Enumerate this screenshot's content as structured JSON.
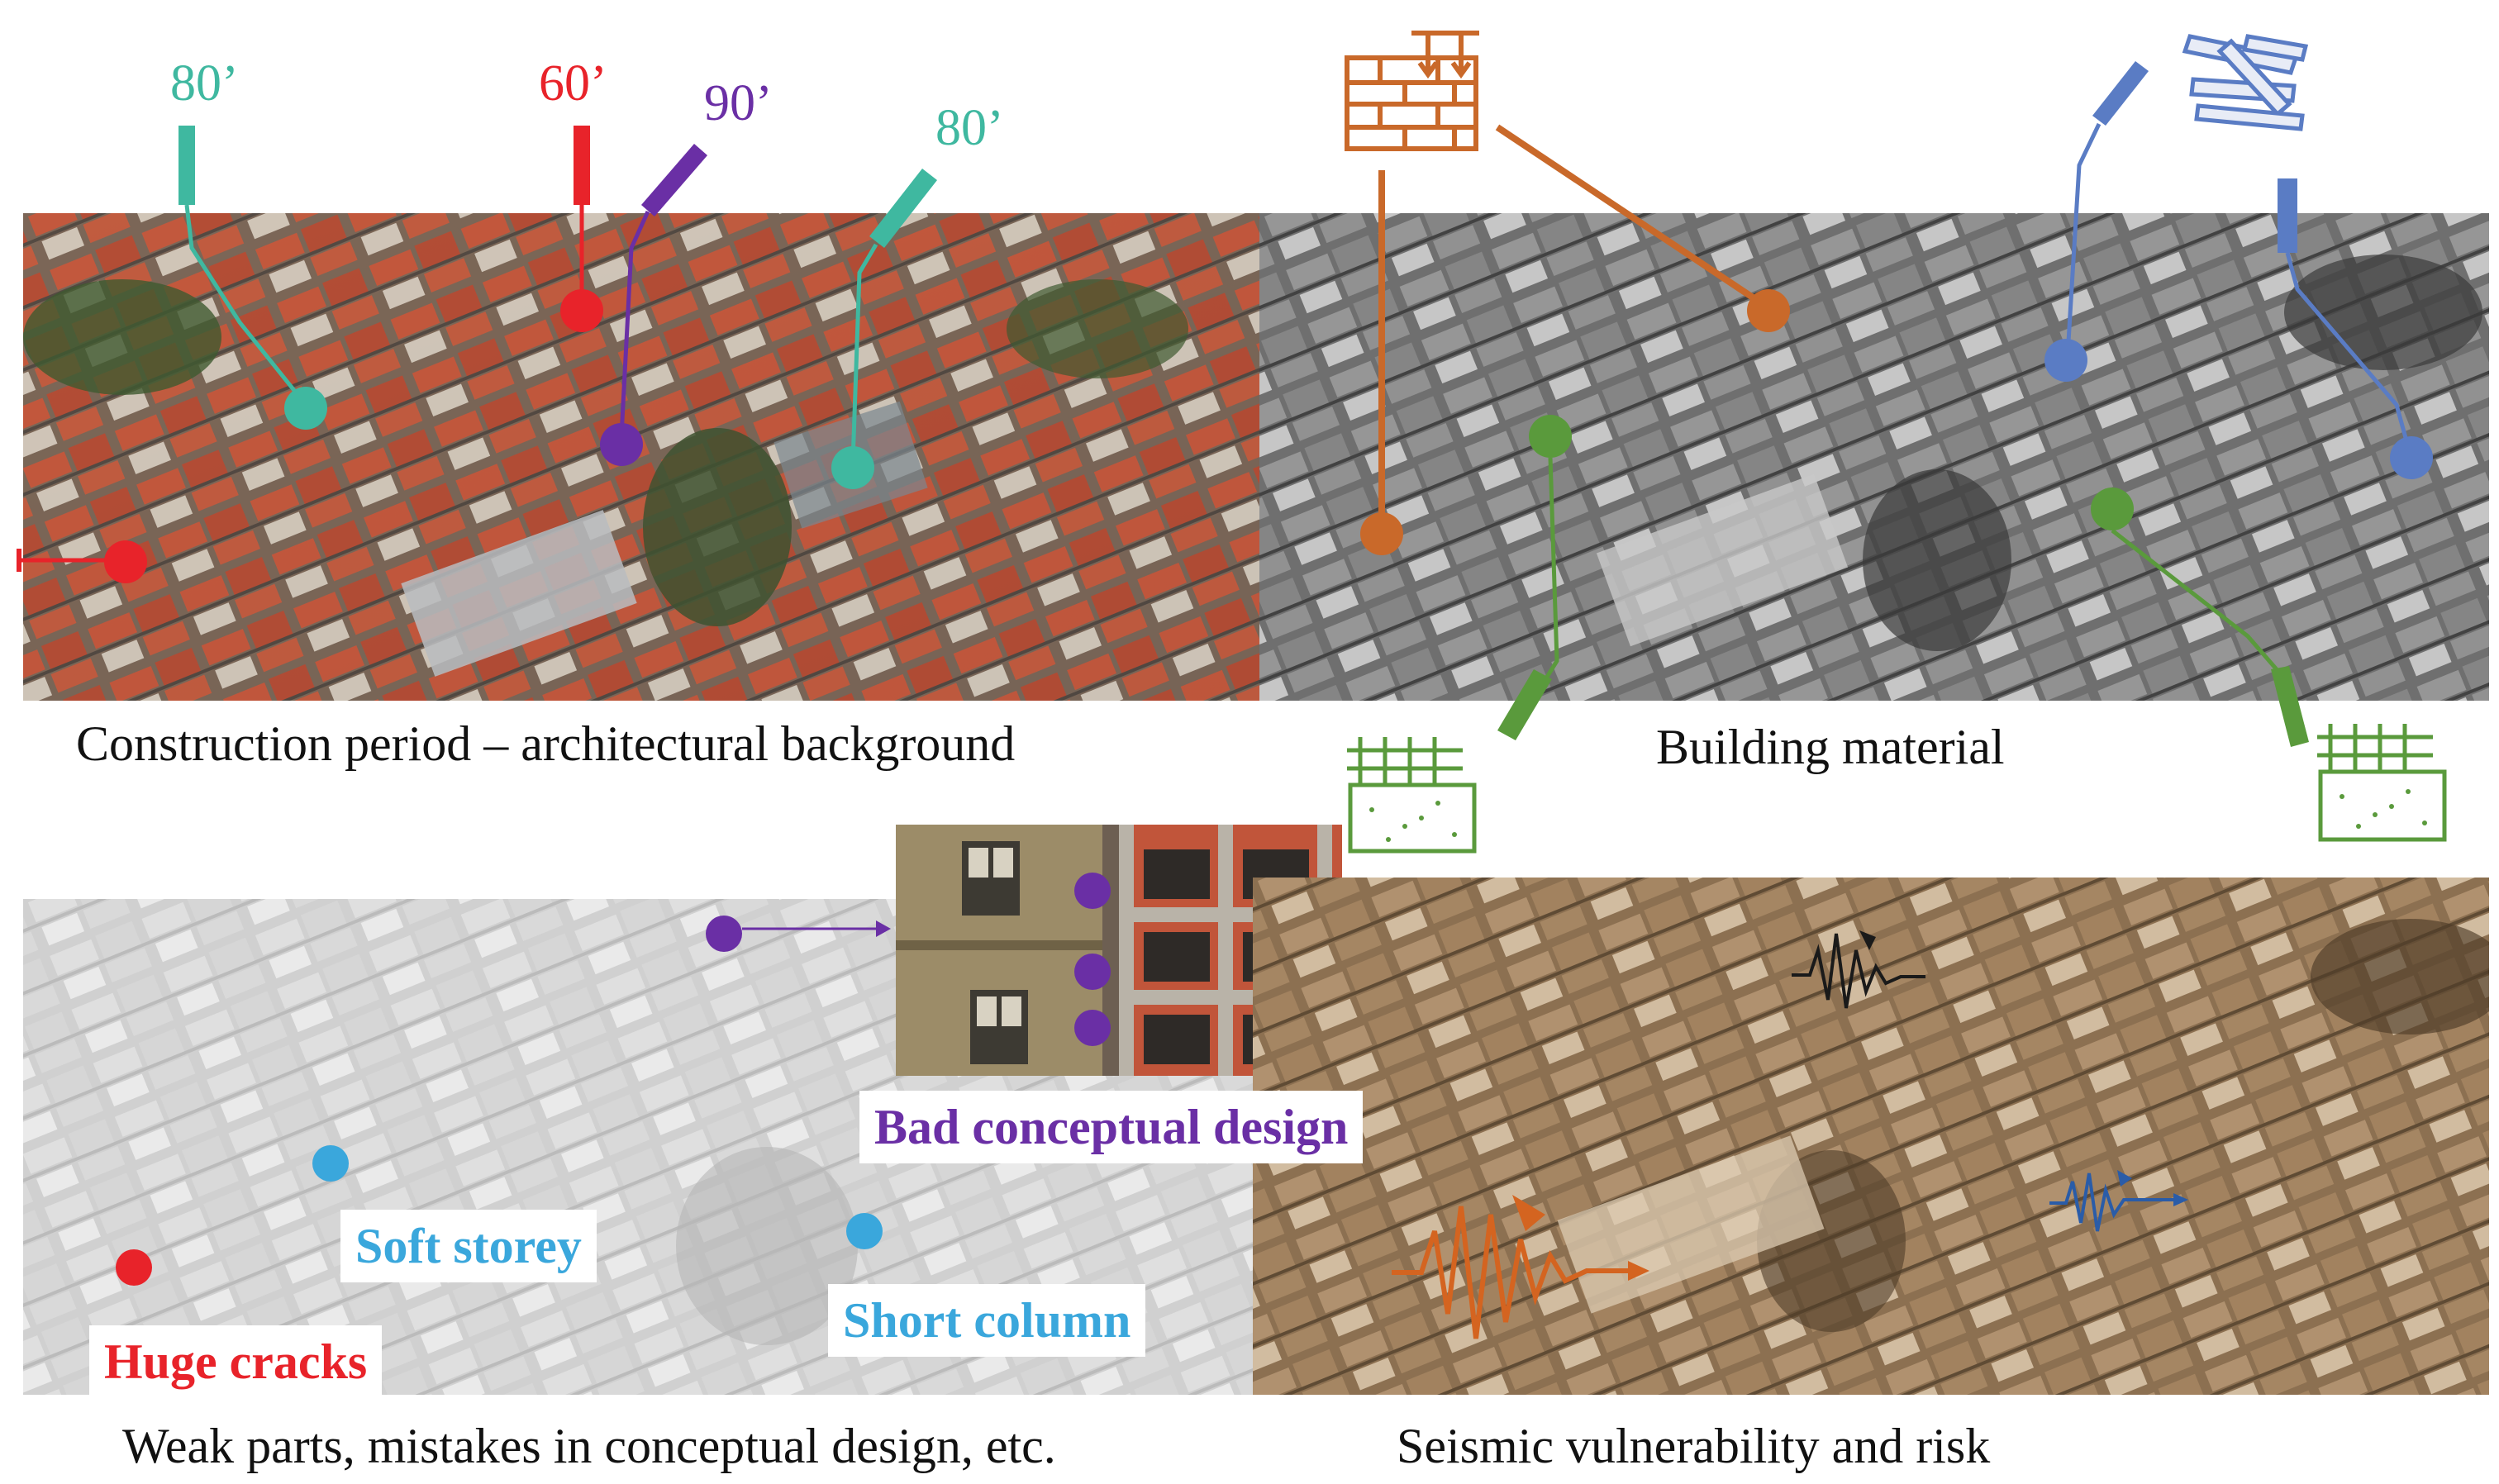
{
  "captions": {
    "construction": "Construction period – architectural background",
    "material": "Building material",
    "weak": "Weak parts, mistakes in conceptual design, etc.",
    "seismic": "Seismic vulnerability and risk"
  },
  "years": {
    "teal_left": "80’",
    "red": "60’",
    "purple": "90’",
    "teal_right": "80’"
  },
  "weak_labels": {
    "bad_design": "Bad conceptual design",
    "soft_storey": "Soft storey",
    "short_column": "Short column",
    "huge_cracks": "Huge cracks"
  },
  "icons": {
    "masonry": "brick-wall-icon",
    "timber": "timber-beams-icon",
    "concrete": "reinforced-concrete-block-icon",
    "seismic": "seismic-wave-icon"
  },
  "colors": {
    "teal": "#3fb8a0",
    "red": "#e8232a",
    "purple": "#6a2fa5",
    "orange": "#c9692a",
    "blue": "#5a7cc4",
    "green": "#5a9a3c",
    "cyan": "#3aa7dc",
    "sepia": "#b08f68"
  }
}
